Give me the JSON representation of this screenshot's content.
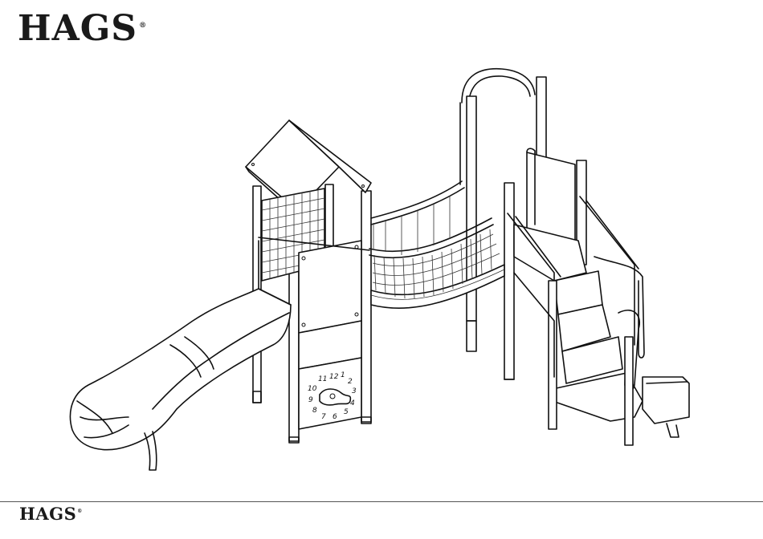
{
  "brand": {
    "header_logo": "HAGS",
    "footer_logo": "HAGS",
    "registered_mark": "®"
  },
  "illustration": {
    "clock_numerals": [
      "12",
      "1",
      "2",
      "3",
      "4",
      "5",
      "6",
      "7",
      "8",
      "9",
      "10",
      "11"
    ]
  }
}
